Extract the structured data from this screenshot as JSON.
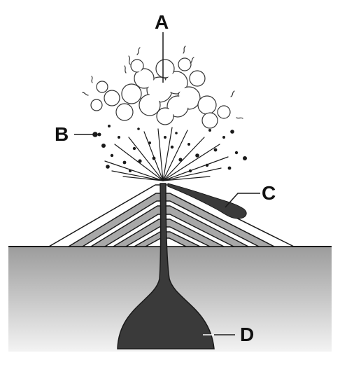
{
  "labels": {
    "a": "A",
    "b": "B",
    "c": "C",
    "d": "D"
  },
  "colors": {
    "ground_top": "#9c9c9c",
    "ground_bottom": "#f2f2f2",
    "magma": "#3a3a3a",
    "layer_gray": "#a8a8a8",
    "layer_white": "#ffffff",
    "outline": "#1a1a1a"
  }
}
